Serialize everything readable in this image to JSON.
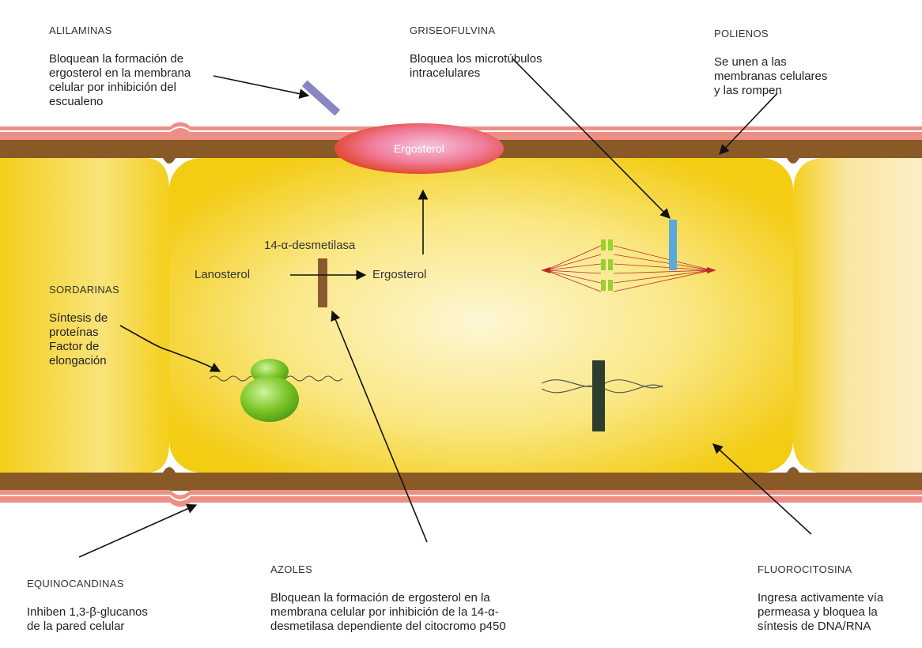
{
  "cell": {
    "ergosterol_membrane_label": "Ergosterol",
    "enzyme_label": "14-α-desmetilasa",
    "substrate_label": "Lanosterol",
    "product_label": "Ergosterol"
  },
  "annotations": {
    "alilaminas": {
      "title": "ALILAMINAS",
      "text": "Bloquean la formación de\nergosterol en la membrana\ncelular por inhibición del\nescualeno"
    },
    "griseofulvina": {
      "title": "GRISEOFULVINA",
      "text": "Bloquea los microtúbulos\nintracelulares"
    },
    "polienos": {
      "title": "POLIENOS",
      "text": "Se unen a las\nmembranas celulares\ny las rompen"
    },
    "sordarinas": {
      "title": "SORDARINAS",
      "text": "Síntesis de\nproteínas\nFactor de\nelongación"
    },
    "equinocandinas": {
      "title": "EQUINOCANDINAS",
      "text": "Inhiben 1,3-β-glucanos\nde la pared celular"
    },
    "azoles": {
      "title": "AZOLES",
      "text": "Bloquean la formación de ergosterol en la\nmembrana celular por inhibición de la 14-α-\ndesmetilasa dependiente del citocromo p450"
    },
    "fluorocitosina": {
      "title": "FLUOROCITOSINA",
      "text": "Ingresa activamente vía\npermeasa y bloquea la\nsíntesis de DNA/RNA"
    }
  },
  "colors": {
    "cytoplasm": "#f6d21a",
    "cytoplasm_center": "#fbf2b8",
    "cell_wall": "#8a5a26",
    "outer_membrane": "#ee8f86",
    "ergosterol_outer": "#e8442a",
    "ergosterol_center": "#f3b9d9",
    "alilaminas_block": "#8a86c4",
    "azoles_block": "#8a5a30",
    "griseofulvina_block": "#5aa8dc",
    "spindle_red": "#c0272d",
    "chromosome_green": "#9ad033",
    "dna_block": "#2e3d2e",
    "ribosome_green": "#7cc624"
  }
}
